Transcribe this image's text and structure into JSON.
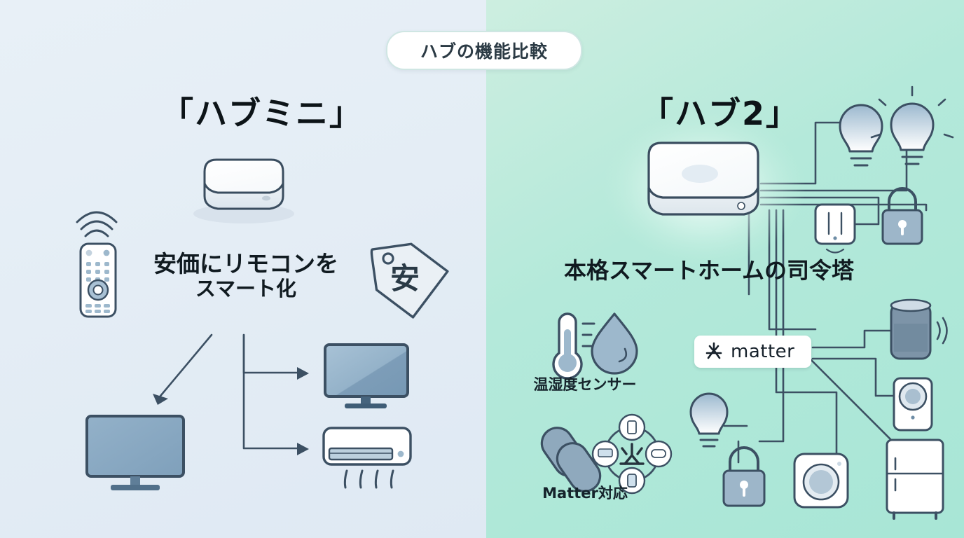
{
  "header": {
    "title_pill": "ハブの機能比較"
  },
  "left_panel": {
    "name": "hub-mini",
    "title": "「ハブミニ」",
    "headline_line1": "安価にリモコンを",
    "headline_line2": "スマート化",
    "bg_color": "#e4edf5",
    "tag_icon_text": "安",
    "icons": [
      {
        "name": "remote-control-icon",
        "label": "リモコン"
      },
      {
        "name": "hub-mini-device",
        "label": "ハブミニ本体"
      },
      {
        "name": "price-tag-icon",
        "label": "安"
      },
      {
        "name": "tv-icon-large",
        "label": "テレビ"
      },
      {
        "name": "tv-icon-small",
        "label": "テレビ"
      },
      {
        "name": "air-conditioner-icon",
        "label": "エアコン"
      }
    ]
  },
  "right_panel": {
    "name": "hub-2",
    "title": "「ハブ2」",
    "headline": "本格スマートホームの司令塔",
    "bg_color": "#a8e6d6",
    "sensor_label": "温湿度センサー",
    "matter_label": "Matter対応",
    "matter_badge_text": "matter",
    "icons": [
      {
        "name": "hub2-device",
        "label": "ハブ2本体"
      },
      {
        "name": "light-bulb-icon",
        "label": "電球"
      },
      {
        "name": "light-bulb-on-icon",
        "label": "点灯電球"
      },
      {
        "name": "wall-switch-icon",
        "label": "スイッチ"
      },
      {
        "name": "padlock-icon",
        "label": "スマートロック"
      },
      {
        "name": "thermometer-icon",
        "label": "温度計"
      },
      {
        "name": "water-droplet-icon",
        "label": "湿度"
      },
      {
        "name": "chain-link-icon",
        "label": "連携"
      },
      {
        "name": "device-network-icon",
        "label": "機器ネットワーク"
      },
      {
        "name": "smart-speaker-icon",
        "label": "スマートスピーカー"
      },
      {
        "name": "sensor-camera-icon",
        "label": "センサー"
      },
      {
        "name": "washing-machine-icon",
        "label": "洗濯機"
      },
      {
        "name": "refrigerator-icon",
        "label": "冷蔵庫"
      }
    ]
  },
  "palette": {
    "ink": "#36485a",
    "steel": "#8aa9c0",
    "deep_steel": "#7b9bb5",
    "white": "#ffffff",
    "text_dark": "#101a20"
  }
}
